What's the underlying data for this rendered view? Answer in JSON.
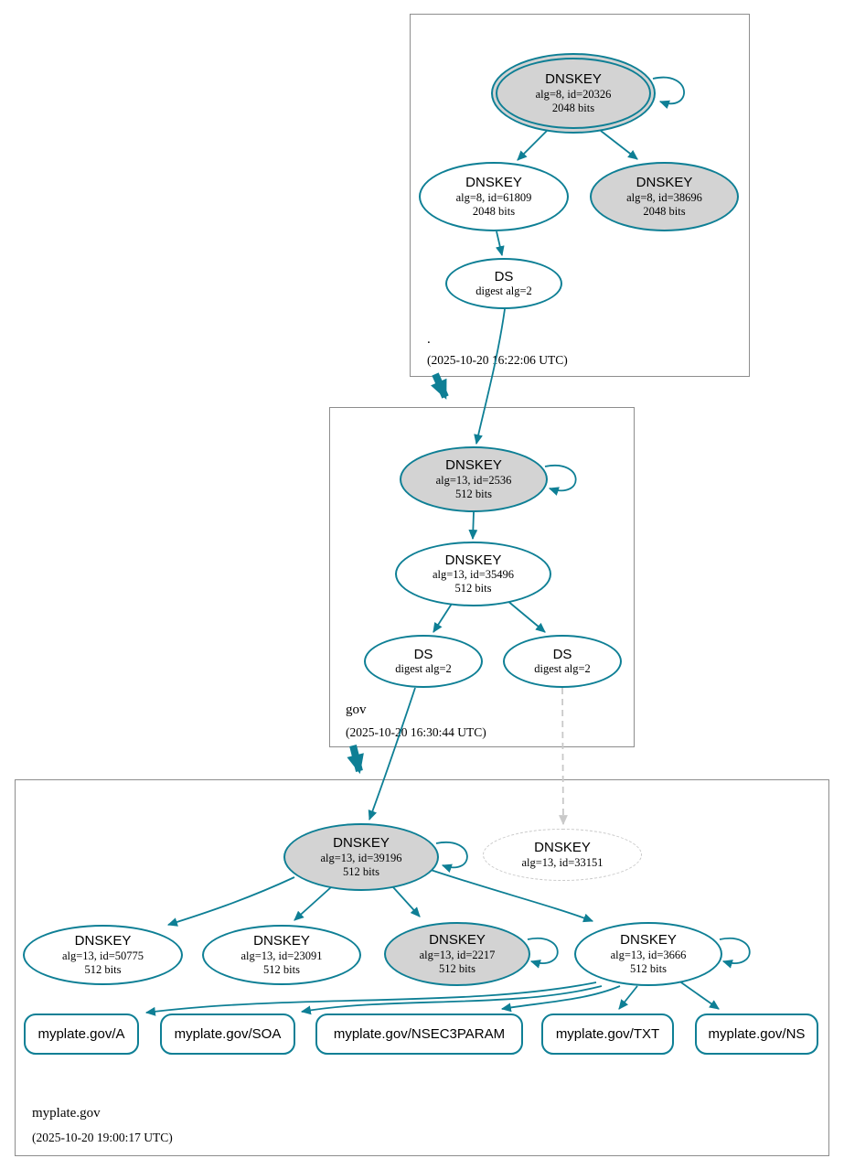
{
  "colors": {
    "edge_teal": "#0e7f95",
    "node_fill_gray": "#d3d3d3",
    "dashed_gray": "#c9c9c9",
    "box_border": "#8d8d8d"
  },
  "zones": [
    {
      "label": ".",
      "timestamp": "(2025-10-20 16:22:06 UTC)"
    },
    {
      "label": "gov",
      "timestamp": "(2025-10-20 16:30:44 UTC)"
    },
    {
      "label": "myplate.gov",
      "timestamp": "(2025-10-20 19:00:17 UTC)"
    }
  ],
  "nodes": {
    "ksk_root": {
      "title": "DNSKEY",
      "detail1": "alg=8, id=20326",
      "detail2": "2048 bits"
    },
    "zsk_root": {
      "title": "DNSKEY",
      "detail1": "alg=8, id=61809",
      "detail2": "2048 bits"
    },
    "ksk2_root": {
      "title": "DNSKEY",
      "detail1": "alg=8, id=38696",
      "detail2": "2048 bits"
    },
    "ds_root": {
      "title": "DS",
      "detail1": "digest alg=2"
    },
    "ksk_gov": {
      "title": "DNSKEY",
      "detail1": "alg=13, id=2536",
      "detail2": "512 bits"
    },
    "zsk_gov": {
      "title": "DNSKEY",
      "detail1": "alg=13, id=35496",
      "detail2": "512 bits"
    },
    "ds_gov_1": {
      "title": "DS",
      "detail1": "digest alg=2"
    },
    "ds_gov_2": {
      "title": "DS",
      "detail1": "digest alg=2"
    },
    "ksk_myplate": {
      "title": "DNSKEY",
      "detail1": "alg=13, id=39196",
      "detail2": "512 bits"
    },
    "dnskey_33151": {
      "title": "DNSKEY",
      "detail1": "alg=13, id=33151"
    },
    "dnskey_50775": {
      "title": "DNSKEY",
      "detail1": "alg=13, id=50775",
      "detail2": "512 bits"
    },
    "dnskey_23091": {
      "title": "DNSKEY",
      "detail1": "alg=13, id=23091",
      "detail2": "512 bits"
    },
    "dnskey_2217": {
      "title": "DNSKEY",
      "detail1": "alg=13, id=2217",
      "detail2": "512 bits"
    },
    "dnskey_3666": {
      "title": "DNSKEY",
      "detail1": "alg=13, id=3666",
      "detail2": "512 bits"
    }
  },
  "rrsets": [
    {
      "label": "myplate.gov/A"
    },
    {
      "label": "myplate.gov/SOA"
    },
    {
      "label": "myplate.gov/NSEC3PARAM"
    },
    {
      "label": "myplate.gov/TXT"
    },
    {
      "label": "myplate.gov/NS"
    }
  ]
}
